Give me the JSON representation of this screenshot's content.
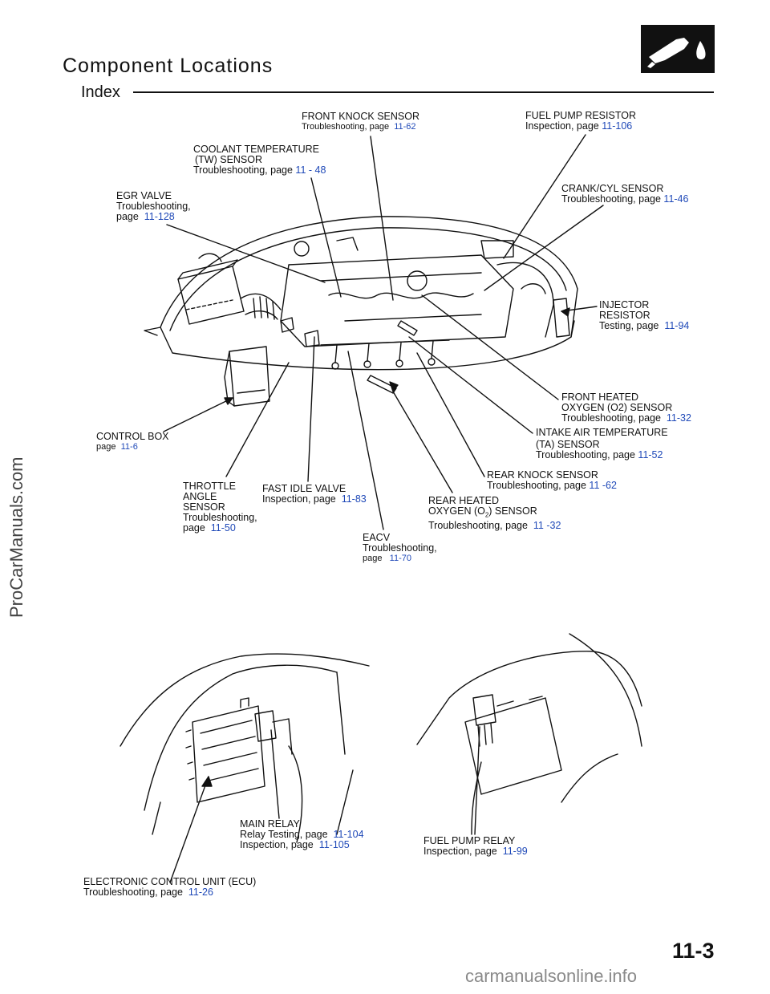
{
  "header": {
    "title": "Component Locations",
    "subtitle": "Index",
    "page_number": "11-3"
  },
  "watermarks": {
    "side": "ProCarManuals.com",
    "bottom": "carmanualsonline.info"
  },
  "colors": {
    "page_ref": "#1f49b8",
    "text": "#111111"
  },
  "icons": {
    "logo": "fuel-nozzle-icon"
  },
  "labels": {
    "front_knock": {
      "name": "FRONT KNOCK SENSOR",
      "desc": "Troubleshooting, page",
      "page": "11-62"
    },
    "fuel_pump_resistor": {
      "name": "FUEL PUMP RESISTOR",
      "desc": "Inspection, page",
      "page": "11-106"
    },
    "coolant_temp": {
      "line1": "COOLANT TEMPERATURE",
      "line2": "(TW) SENSOR",
      "desc": "Troubleshooting, page",
      "page": "11 - 48"
    },
    "egr_valve": {
      "name": "EGR VALVE",
      "desc": "Troubleshooting,",
      "desc2": "page",
      "page": "11-128"
    },
    "crank_cyl": {
      "name": "CRANK/CYL SENSOR",
      "desc": "Troubleshooting, page",
      "page": "11-46"
    },
    "injector_resistor": {
      "line1": "INJECTOR",
      "line2": "RESISTOR",
      "desc": "Testing, page",
      "page": "11-94"
    },
    "front_heated_o2": {
      "line1": "FRONT HEATED",
      "line2": "OXYGEN (O2) SENSOR",
      "desc": "Troubleshooting, page",
      "page": "11-32"
    },
    "control_box": {
      "name": "CONTROL BOX",
      "desc": "page",
      "page": "11-6"
    },
    "intake_air_temp": {
      "line1": "INTAKE AIR TEMPERATURE",
      "line2": "(TA) SENSOR",
      "desc": "Troubleshooting, page",
      "page": "11-52"
    },
    "rear_knock": {
      "name": "REAR KNOCK SENSOR",
      "desc": "Troubleshooting, page",
      "page": "11 -62"
    },
    "throttle_angle": {
      "line1": "THROTTLE",
      "line2": "ANGLE",
      "line3": "SENSOR",
      "desc": "Troubleshooting,",
      "desc2": "page",
      "page": "11-50"
    },
    "fast_idle": {
      "name": "FAST IDLE VALVE",
      "desc": "Inspection, page",
      "page": "11-83"
    },
    "rear_heated_o2": {
      "line1": "REAR HEATED",
      "line2_pre": "OXYGEN (O",
      "line2_sub": "2",
      "line2_post": ") SENSOR",
      "desc": "Troubleshooting, page",
      "page": "11 -32"
    },
    "eacv": {
      "name": "EACV",
      "desc": "Troubleshooting,",
      "desc2": "page",
      "page": "11-70"
    },
    "main_relay": {
      "name": "MAIN RELAY",
      "desc1": "Relay Testing, page",
      "page1": "11-104",
      "desc2": "Inspection, page",
      "page2": "11-105"
    },
    "fuel_pump_relay": {
      "name": "FUEL PUMP RELAY",
      "desc": "Inspection, page",
      "page": "11-99"
    },
    "ecu": {
      "name": "ELECTRONIC CONTROL UNIT (ECU)",
      "desc": "Troubleshooting, page",
      "page": "11-26"
    }
  }
}
